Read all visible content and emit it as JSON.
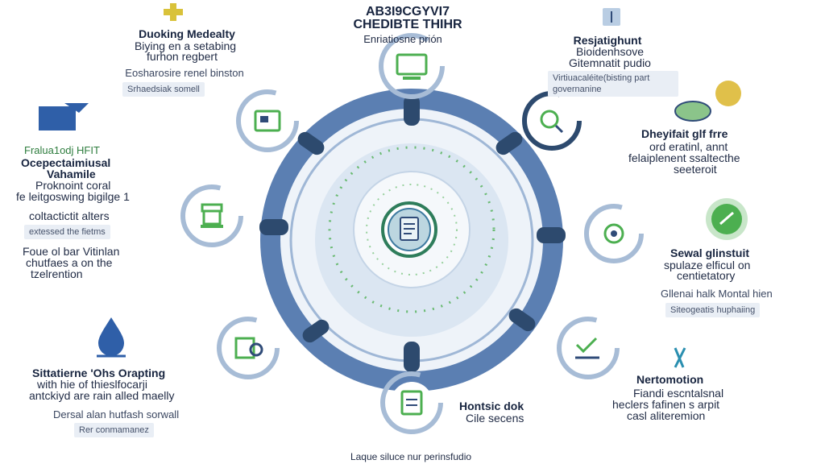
{
  "colors": {
    "ring_outer": "#5b7fb2",
    "ring_inner": "#e6eef7",
    "connector": "#2d4a6e",
    "node_ring": "#a7bcd6",
    "green_accent": "#4caf50",
    "navy": "#2f4b78",
    "chip_bg": "#e9eef5"
  },
  "header": {
    "title_line1": "AB3I9CGYVI7",
    "title_line2": "CHEDIBTE THIHR",
    "subtitle": "Enriatiosne prión"
  },
  "footer": {
    "caption": "Laque siluce nur perinsfudio"
  },
  "hub": {
    "icon": "document-gear-icon"
  },
  "nodes": [
    {
      "id": "top",
      "icon": "computer-screen-icon"
    },
    {
      "id": "upper-left",
      "icon": "dashboard-screen-icon"
    },
    {
      "id": "upper-right",
      "icon": "magnifier-leaf-icon"
    },
    {
      "id": "mid-left",
      "icon": "printer-icon"
    },
    {
      "id": "mid-right",
      "icon": "gear-house-icon"
    },
    {
      "id": "lower-left",
      "icon": "chart-search-icon"
    },
    {
      "id": "lower-right",
      "icon": "check-chart-icon"
    },
    {
      "id": "bottom",
      "icon": "clipboard-icon"
    }
  ],
  "blocks": {
    "top_left": {
      "icon": "plus-cross-icon",
      "title": "Duoking Medealty",
      "line1": "Biying en a setabing",
      "line2": "furhon regbert",
      "line3": "Eosharosire renel binston",
      "chip": "Srhaedsiak somell"
    },
    "top_right": {
      "icon": "scale-badge-icon",
      "title": "Resjatighunt",
      "line1": "Bioidenhsove",
      "line2": "Gitemnatit pudio",
      "chip": "Virtiuacaléite(bisting part governanine"
    },
    "mid_left": {
      "icon": "building-flag-icon",
      "label": "Fralua1odj HFIT",
      "title1": "Ocepectaimiusal",
      "title2": "Vahamile",
      "line1": "Proknoint coral",
      "line2": "fe leitgoswing bigilge 1",
      "line3": "coltactictit alters",
      "chip": "extessed the fietms",
      "line4": "Foue ol bar Vitinlan",
      "line5": "chutfaes a on the",
      "line6": "tzelrention"
    },
    "right_upper": {
      "icon": "growth-hand-icon",
      "title": "Dheyifait glf frre",
      "line1": "ord eratinl, annt",
      "line2": "felaiplenent ssaltecthe",
      "line3": "seeteroit"
    },
    "right_mid": {
      "icon": "check-circle-icon",
      "title": "Sewal glinstuit",
      "line1": "spulaze elficul on",
      "line2": "centietatory",
      "line3": "Gllenai halk Montal hien",
      "chip": "Siteogeatis huphaiing"
    },
    "bottom_left": {
      "icon": "water-drop-icon",
      "title": "Sittatierne 'Ohs Orapting",
      "line1": "with hie of thieslfocarji",
      "line2": "antckiyd are rain alled maelly",
      "line3": "Dersal alan hutfash sorwall",
      "chip": "Rer conmamanez"
    },
    "bottom_center": {
      "title": "Hontsic dok",
      "line1": "Cile secens"
    },
    "bottom_right": {
      "icon": "tower-icon",
      "title": "Nertomotion",
      "line1": "Fiandi escntalsnal",
      "line2": "heclers fafinen s arpit",
      "line3": "casl aliteremion"
    }
  }
}
